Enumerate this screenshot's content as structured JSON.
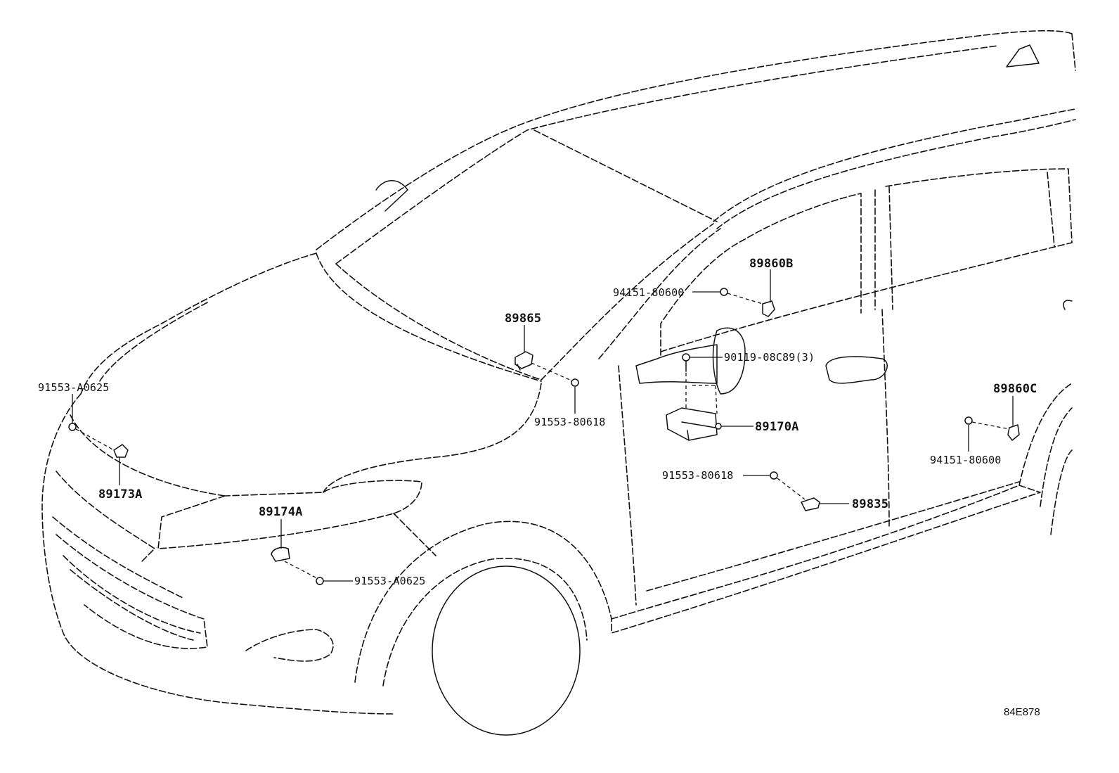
{
  "diagram": {
    "drawing_code": "84E878",
    "parts": {
      "p89860B": "89860B",
      "p94151_80600_top": "94151-80600",
      "p89865": "89865",
      "p90119_08C89": "90119-08C89(3)",
      "p91553_A0625_left": "91553-A0625",
      "p91553_80618_pillar": "91553-80618",
      "p89860C": "89860C",
      "p89170A": "89170A",
      "p94151_80600_right": "94151-80600",
      "p89173A": "89173A",
      "p91553_80618_sill": "91553-80618",
      "p89174A": "89174A",
      "p89835": "89835",
      "p91553_A0625_bottom": "91553-A0625"
    }
  }
}
